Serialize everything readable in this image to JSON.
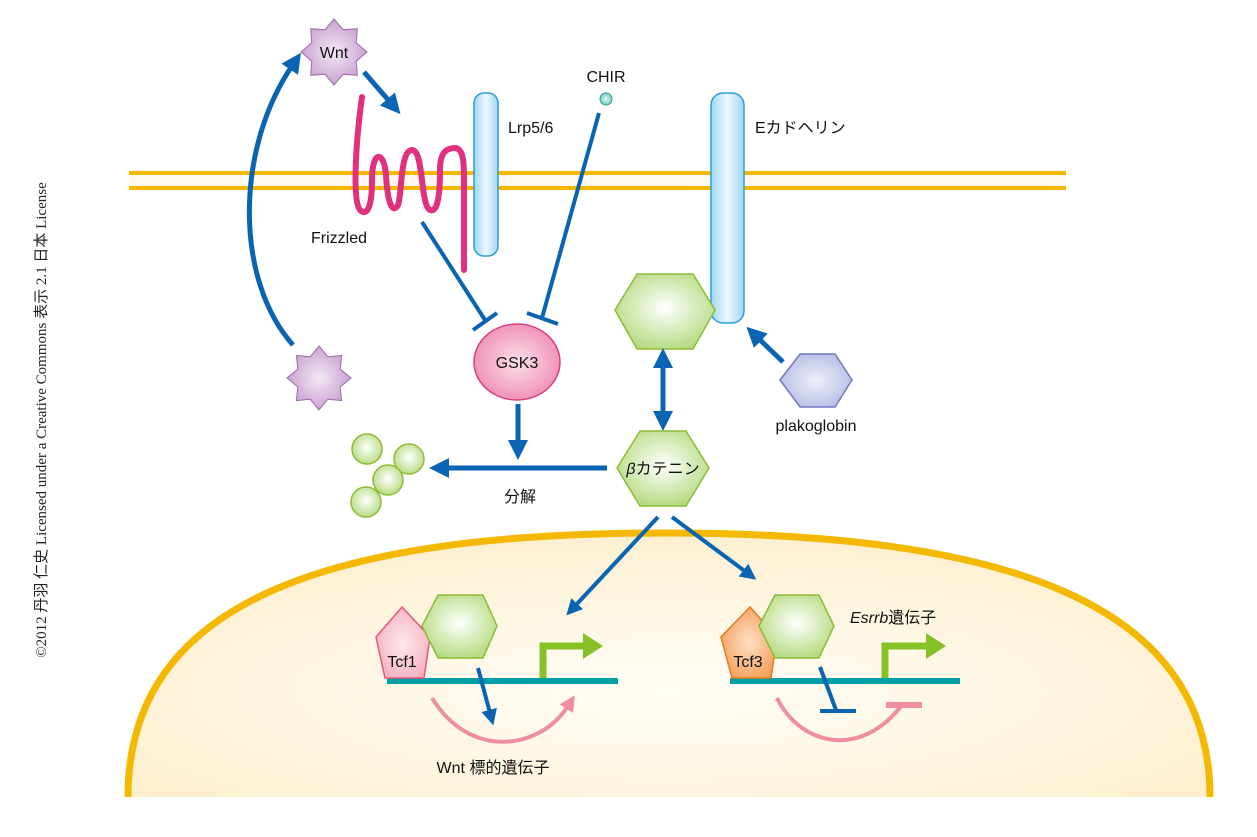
{
  "copyright": "©2012 丹羽 仁史 Licensed under a Creative Commons 表示 2.1 日本 License",
  "labels": {
    "wnt": "Wnt",
    "chir": "CHIR",
    "lrp": "Lrp5/6",
    "ecadherin": "Eカドヘリン",
    "frizzled": "Frizzled",
    "gsk3": "GSK3",
    "plakoglobin": "plakoglobin",
    "beta_catenin_greek": "β",
    "beta_catenin_kana": "カテニン",
    "degradation": "分解",
    "tcf1": "Tcf1",
    "tcf3": "Tcf3",
    "wnt_target": "Wnt 標的遺伝子",
    "esrrb_italic": "Esrrb",
    "esrrb_suffix": "遺伝子"
  },
  "colors": {
    "arrow": "#0a64b4",
    "membrane": "#f5b800",
    "membrane_fill": "#fff8ec",
    "nucleus_fill": "#fdf1d3",
    "frizzled": "#e0317e",
    "receptor": "#bfe4f7",
    "receptor_stroke": "#2a9fd8",
    "catenin": "#b8dc80",
    "catenin_stroke": "#8cbc34",
    "wnt": "#c79ccd",
    "wnt_stroke": "#9e69a8",
    "gsk3": "#ef8fb4",
    "gsk3_stroke": "#d93b7d",
    "plakoglobin": "#b8bde6",
    "plakoglobin_stroke": "#7179bf",
    "chir": "#7fd0c8",
    "dna": "#00a0a4",
    "promoter": "#84c225",
    "tcf1": "#f7b9c6",
    "tcf1_stroke": "#e4577c",
    "tcf3": "#f6a96a",
    "tcf3_stroke": "#e57b1e",
    "feedback": "#ee8ea0"
  }
}
